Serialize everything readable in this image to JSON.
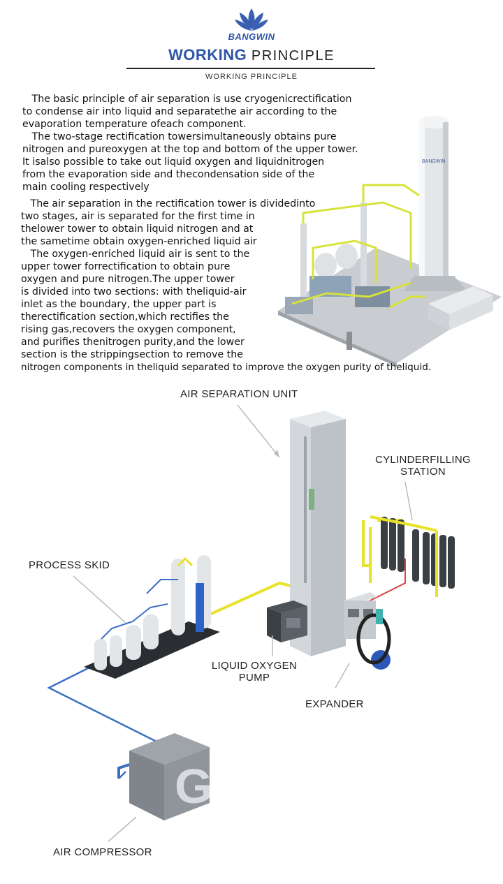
{
  "header": {
    "brand": "BANGWIN",
    "title_strong": "WORKING",
    "title_rest": "PRINCIPLE",
    "subtitle": "WORKING PRINCIPLE"
  },
  "paragraph_lines": [
    "   The basic principle of air separation is use cryogenicrectification",
    "to condense air into liquid and separatethe air according to the",
    "evaporation temperature ofeach component.",
    "   The two-stage rectification towersimultaneously obtains pure",
    "nitrogen and pureoxygen at the top and bottom of the upper tower.",
    "It isalso possible to take out liquid oxygen and liquidnitrogen",
    "from the evaporation side and thecondensation side of the",
    "main cooling respectively",
    "   The air separation in the rectification tower is dividedinto",
    "two stages, air is separated for the first time in",
    "thelower tower to obtain liquid nitrogen and at",
    "the sametime obtain oxygen-enriched liquid air",
    "   The oxygen-enriched liquid air is sent to the",
    "upper tower forrectification to obtain pure",
    "oxygen and pure nitrogen.The upper tower",
    "is divided into two sections: with theliquid-air",
    "inlet as the boundary, the upper part is",
    "therectification section,which rectifies the",
    "rising gas,recovers the oxygen component,",
    "and purifies thenitrogen purity,and the lower",
    "section is the strippingsection to remove the",
    "nitrogen components in theliquid separated to improve the oxygen purity of theliquid."
  ],
  "illustration": {
    "tank_label": "BANGWIN"
  },
  "diagram_labels": {
    "air_separation_unit": "AIR SEPARATION UNIT",
    "cylinder_filling_station": "CYLINDERFILLING STATION",
    "process_skid": "PROCESS SKID",
    "liquid_oxygen_pump": "LIQUID OXYGEN PUMP",
    "expander": "EXPANDER",
    "air_compressor": "AIR COMPRESSOR",
    "compressor_letter": "G"
  },
  "colors": {
    "brand_blue": "#2f56a8",
    "pipe_yellow": "#e8e22a",
    "pipe_blue": "#3b6fc4"
  }
}
